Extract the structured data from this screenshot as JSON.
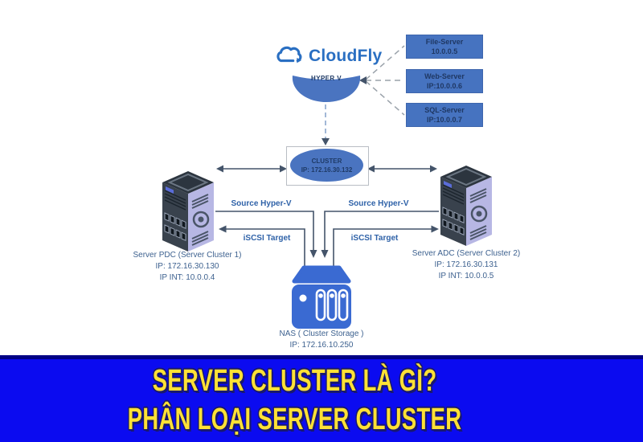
{
  "diagram": {
    "logo_text": "CloudFly",
    "hyperv_label": "HYPER V",
    "remote_servers": [
      {
        "name": "File-Server",
        "ip": "10.0.0.5"
      },
      {
        "name": "Web-Server",
        "ip": "IP:10.0.0.6"
      },
      {
        "name": "SQL-Server",
        "ip": "IP:10.0.0.7"
      }
    ],
    "cluster": {
      "label": "CLUSTER",
      "ip": "IP: 172.16.30.132"
    },
    "left_server": {
      "name": "Server PDC (Server Cluster 1)",
      "ip": "IP: 172.16.30.130",
      "ip_int": "IP INT: 10.0.0.4"
    },
    "right_server": {
      "name": "Server ADC (Server Cluster 2)",
      "ip": "IP: 172.16.30.131",
      "ip_int": "IP INT: 10.0.0.5"
    },
    "nas": {
      "name": "NAS ( Cluster Storage )",
      "ip": "IP: 172.16.10.250"
    },
    "connections": {
      "source_left": "Source Hyper-V",
      "source_right": "Source Hyper-V",
      "iscsi_left": "iSCSI Target",
      "iscsi_right": "iSCSI Target"
    }
  },
  "banner": {
    "line1": "SERVER CLUSTER LÀ GÌ?",
    "line2": "PHÂN LOẠI SERVER CLUSTER"
  },
  "colors": {
    "node_blue": "#4673c0",
    "node_text": "#1f3864",
    "nas_blue": "#3a6ad2",
    "connector": "#44546a",
    "dashed_gray": "#9aa2aa",
    "label_blue": "#2f62a8",
    "caption_blue": "#3d618f",
    "logo_blue": "#2a6fc2",
    "banner_bg": "#0b0bf0",
    "banner_strip": "#000085",
    "banner_text": "#ffe135",
    "tower_side": "#b7b7e4",
    "tower_front": "#39424d"
  }
}
